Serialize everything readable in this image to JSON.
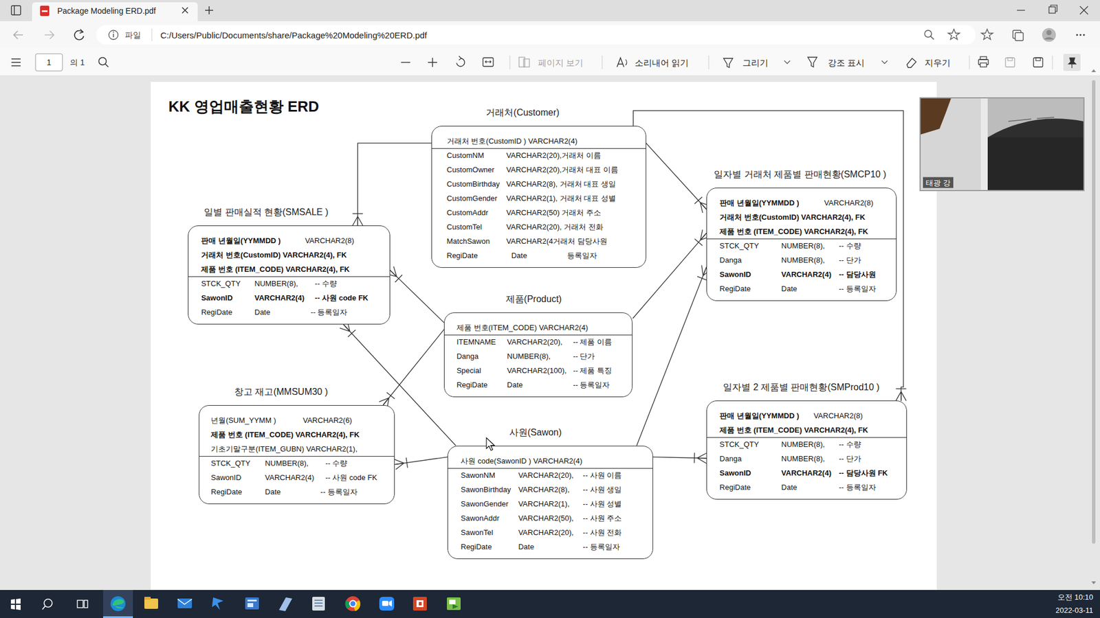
{
  "diagram": {
    "title": "KK 영업매출현황 ERD",
    "nodes": [
      {
        "text": [
          "거래처(Customer)",
          "거래처 번호(CustomID ) VARCHAR2(4)",
          "CustomNM",
          "VARCHAR2(20),거래처 이름",
          "CustomOwner",
          "VARCHAR2(20),거래처 대표 이름",
          "CustomBirthday",
          "VARCHAR2(8), 거래처 대표 생일",
          "CustomGender",
          "VARCHAR2(1), 거래처 대표 성별",
          "CustomAddr",
          "VARCHAR2(50) 거래처 주소",
          "CustomTel",
          "VARCHAR2(20), 거래처 전화",
          "MatchSawon",
          "VARCHAR2(4거래처 담당사원",
          "RegiDate",
          "Date",
          "등록일자"
        ]
      },
      {
        "text": [
          "일자별 거래처 제품별 판매현황(SMCP10 )",
          "판매 년월일(YYMMDD )",
          "VARCHAR2(8)",
          "거래처 번호(CustomID) VARCHAR2(4), FK",
          "제품 번호 (ITEM_CODE) VARCHAR2(4), FK",
          "STCK_QTY",
          "NUMBER(8),",
          "-- 수량",
          "Danga",
          "NUMBER(8),",
          "-- 단가",
          "SawonID",
          "VARCHAR2(4)",
          "-- 담당사원",
          "RegiDate",
          "Date",
          "-- 등록일자"
        ]
      },
      {
        "text": [
          "일별 판매실적 현황(SMSALE )",
          "판매 년월일(YYMMDD )",
          "VARCHAR2(8)",
          "거래처 번호(CustomID) VARCHAR2(4), FK",
          "제품 번호 (ITEM_CODE) VARCHAR2(4), FK",
          "STCK_QTY",
          "NUMBER(8),",
          "-- 수량",
          "SawonID",
          "VARCHAR2(4)",
          "-- 사원 code FK",
          "RegiDate",
          "Date",
          "-- 등록일자"
        ]
      },
      {
        "text": [
          "제품(Product)",
          "제품 번호(ITEM_CODE) VARCHAR2(4)",
          "ITEMNAME",
          "VARCHAR2(20),",
          "-- 제품 이름",
          "Danga",
          "NUMBER(8),",
          "-- 단가",
          "Special",
          "VARCHAR2(100),",
          "-- 제품 특징",
          "RegiDate",
          "Date",
          "-- 등록일자"
        ]
      },
      {
        "text": [
          "일자별 2 제품별 판매현황(SMProd10 )",
          "판매 년월일(YYMMDD )",
          "VARCHAR2(8)",
          "제품 번호 (ITEM_CODE) VARCHAR2(4), FK",
          "STCK_QTY",
          "NUMBER(8),",
          "-- 수량",
          "Danga",
          "NUMBER(8),",
          "-- 단가",
          "SawonID",
          "VARCHAR2(4)",
          "-- 담당사원 FK",
          "RegiDate",
          "Date",
          "-- 등록일자"
        ]
      },
      {
        "text": [
          "창고 재고(MMSUM30 )",
          "년월(SUM_YYMM )",
          "VARCHAR2(6)",
          "제품 번호 (ITEM_CODE) VARCHAR2(4), FK",
          "기초기말구분(ITEM_GUBN) VARCHAR2(1),",
          "STCK_QTY",
          "NUMBER(8),",
          "-- 수량",
          "SawonID",
          "VARCHAR2(4)",
          "-- 사원 code FK",
          "RegiDate",
          "Date",
          "-- 등록일자"
        ]
      },
      {
        "text": [
          "사원(Sawon)",
          "사원 code(SawonID ) VARCHAR2(4)",
          "SawonNM",
          "VARCHAR2(20),",
          "-- 사원 이름",
          "SawonBirthday",
          "VARCHAR2(8),",
          "-- 사원 생일",
          "SawonGender",
          "VARCHAR2(1),",
          "-- 사원 성별",
          "SawonAddr",
          "VARCHAR2(50),",
          "-- 사원 주소",
          "SawonTel",
          "VARCHAR2(20),",
          "-- 사원 전화",
          "RegiDate",
          "Date",
          "-- 등록일자"
        ]
      }
    ],
    "edges": [
      {
        "from": 0,
        "to": 2,
        "arrow": "to"
      },
      {
        "from": 0,
        "to": 1,
        "arrow": "to"
      },
      {
        "from": 0,
        "to": 4,
        "arrow": "to"
      },
      {
        "from": 3,
        "to": 2,
        "arrow": "to"
      },
      {
        "from": 3,
        "to": 1,
        "arrow": "to"
      },
      {
        "from": 3,
        "to": 5,
        "arrow": "to"
      },
      {
        "from": 6,
        "to": 2,
        "arrow": "to"
      },
      {
        "from": 6,
        "to": 5,
        "arrow": "to"
      },
      {
        "from": 6,
        "to": 1,
        "arrow": "to"
      },
      {
        "from": 6,
        "to": 4,
        "arrow": "to"
      }
    ],
    "labels": [
      "Package Modeling ERD.pdf",
      "파일",
      "C:/Users/Public/Documents/share/Package%20Modeling%20ERD.pdf",
      "1",
      "의 1",
      "페이지 보기",
      "소리내어 읽기",
      "그리기",
      "강조 표시",
      "지우기",
      "태광 강",
      "오전 10:10",
      "2022-03-11"
    ]
  }
}
